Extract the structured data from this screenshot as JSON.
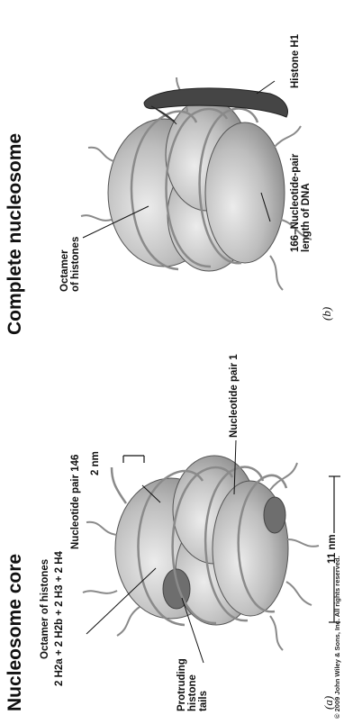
{
  "left_panel": {
    "title": "Nucleosome core",
    "octamer_label": "Octamer of histones",
    "octamer_formula": "2 H2a + 2 H2b + 2 H3 + 2 H4",
    "nt146_label": "Nucleotide pair 146",
    "scale_2nm": "2 nm",
    "tails_label": "Protruding\nhistone\ntails",
    "nt1_label": "Nucleotide pair 1",
    "scale_11nm": "11 nm",
    "panel_letter": "(a)"
  },
  "right_panel": {
    "title": "Complete nucleosome",
    "octamer_label": "Octamer\nof histones",
    "h1_label": "Histone H1",
    "dna_label": "166–Nucleotide-pair\nlength of DNA",
    "panel_letter": "(b)"
  },
  "copyright": "© 2009 John Wiley & Sons, Inc. All rights reserved.",
  "colors": {
    "histone_core": "#bdbdbd",
    "histone_h1": "#454545",
    "dna": "#8a8a8a",
    "text": "#111111"
  }
}
